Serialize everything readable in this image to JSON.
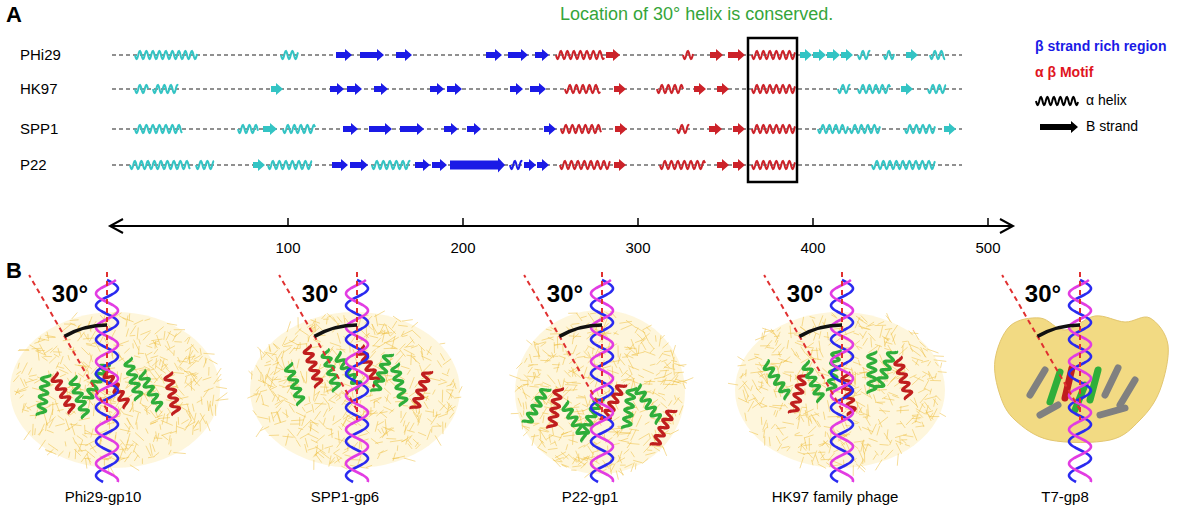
{
  "diagram": {
    "labels": [
      "A",
      "Location of 30° helix is conserved.",
      "PHi29",
      "HK97",
      "SPP1",
      "P22",
      "100",
      "200",
      "300",
      "400",
      "500",
      "B",
      "30°",
      "30°",
      "30°",
      "30°",
      "30°",
      "Phi29-gp10",
      "SPP1-gp6",
      "P22-gp1",
      "HK97 family phage",
      "T7-gp8"
    ],
    "legend": [
      {
        "text": "β strand rich region",
        "color": "#1a1ae6"
      },
      {
        "text": "α β Motif",
        "color": "#e0141e"
      },
      {
        "text": "α helix"
      },
      {
        "text": "B strand"
      }
    ]
  }
}
